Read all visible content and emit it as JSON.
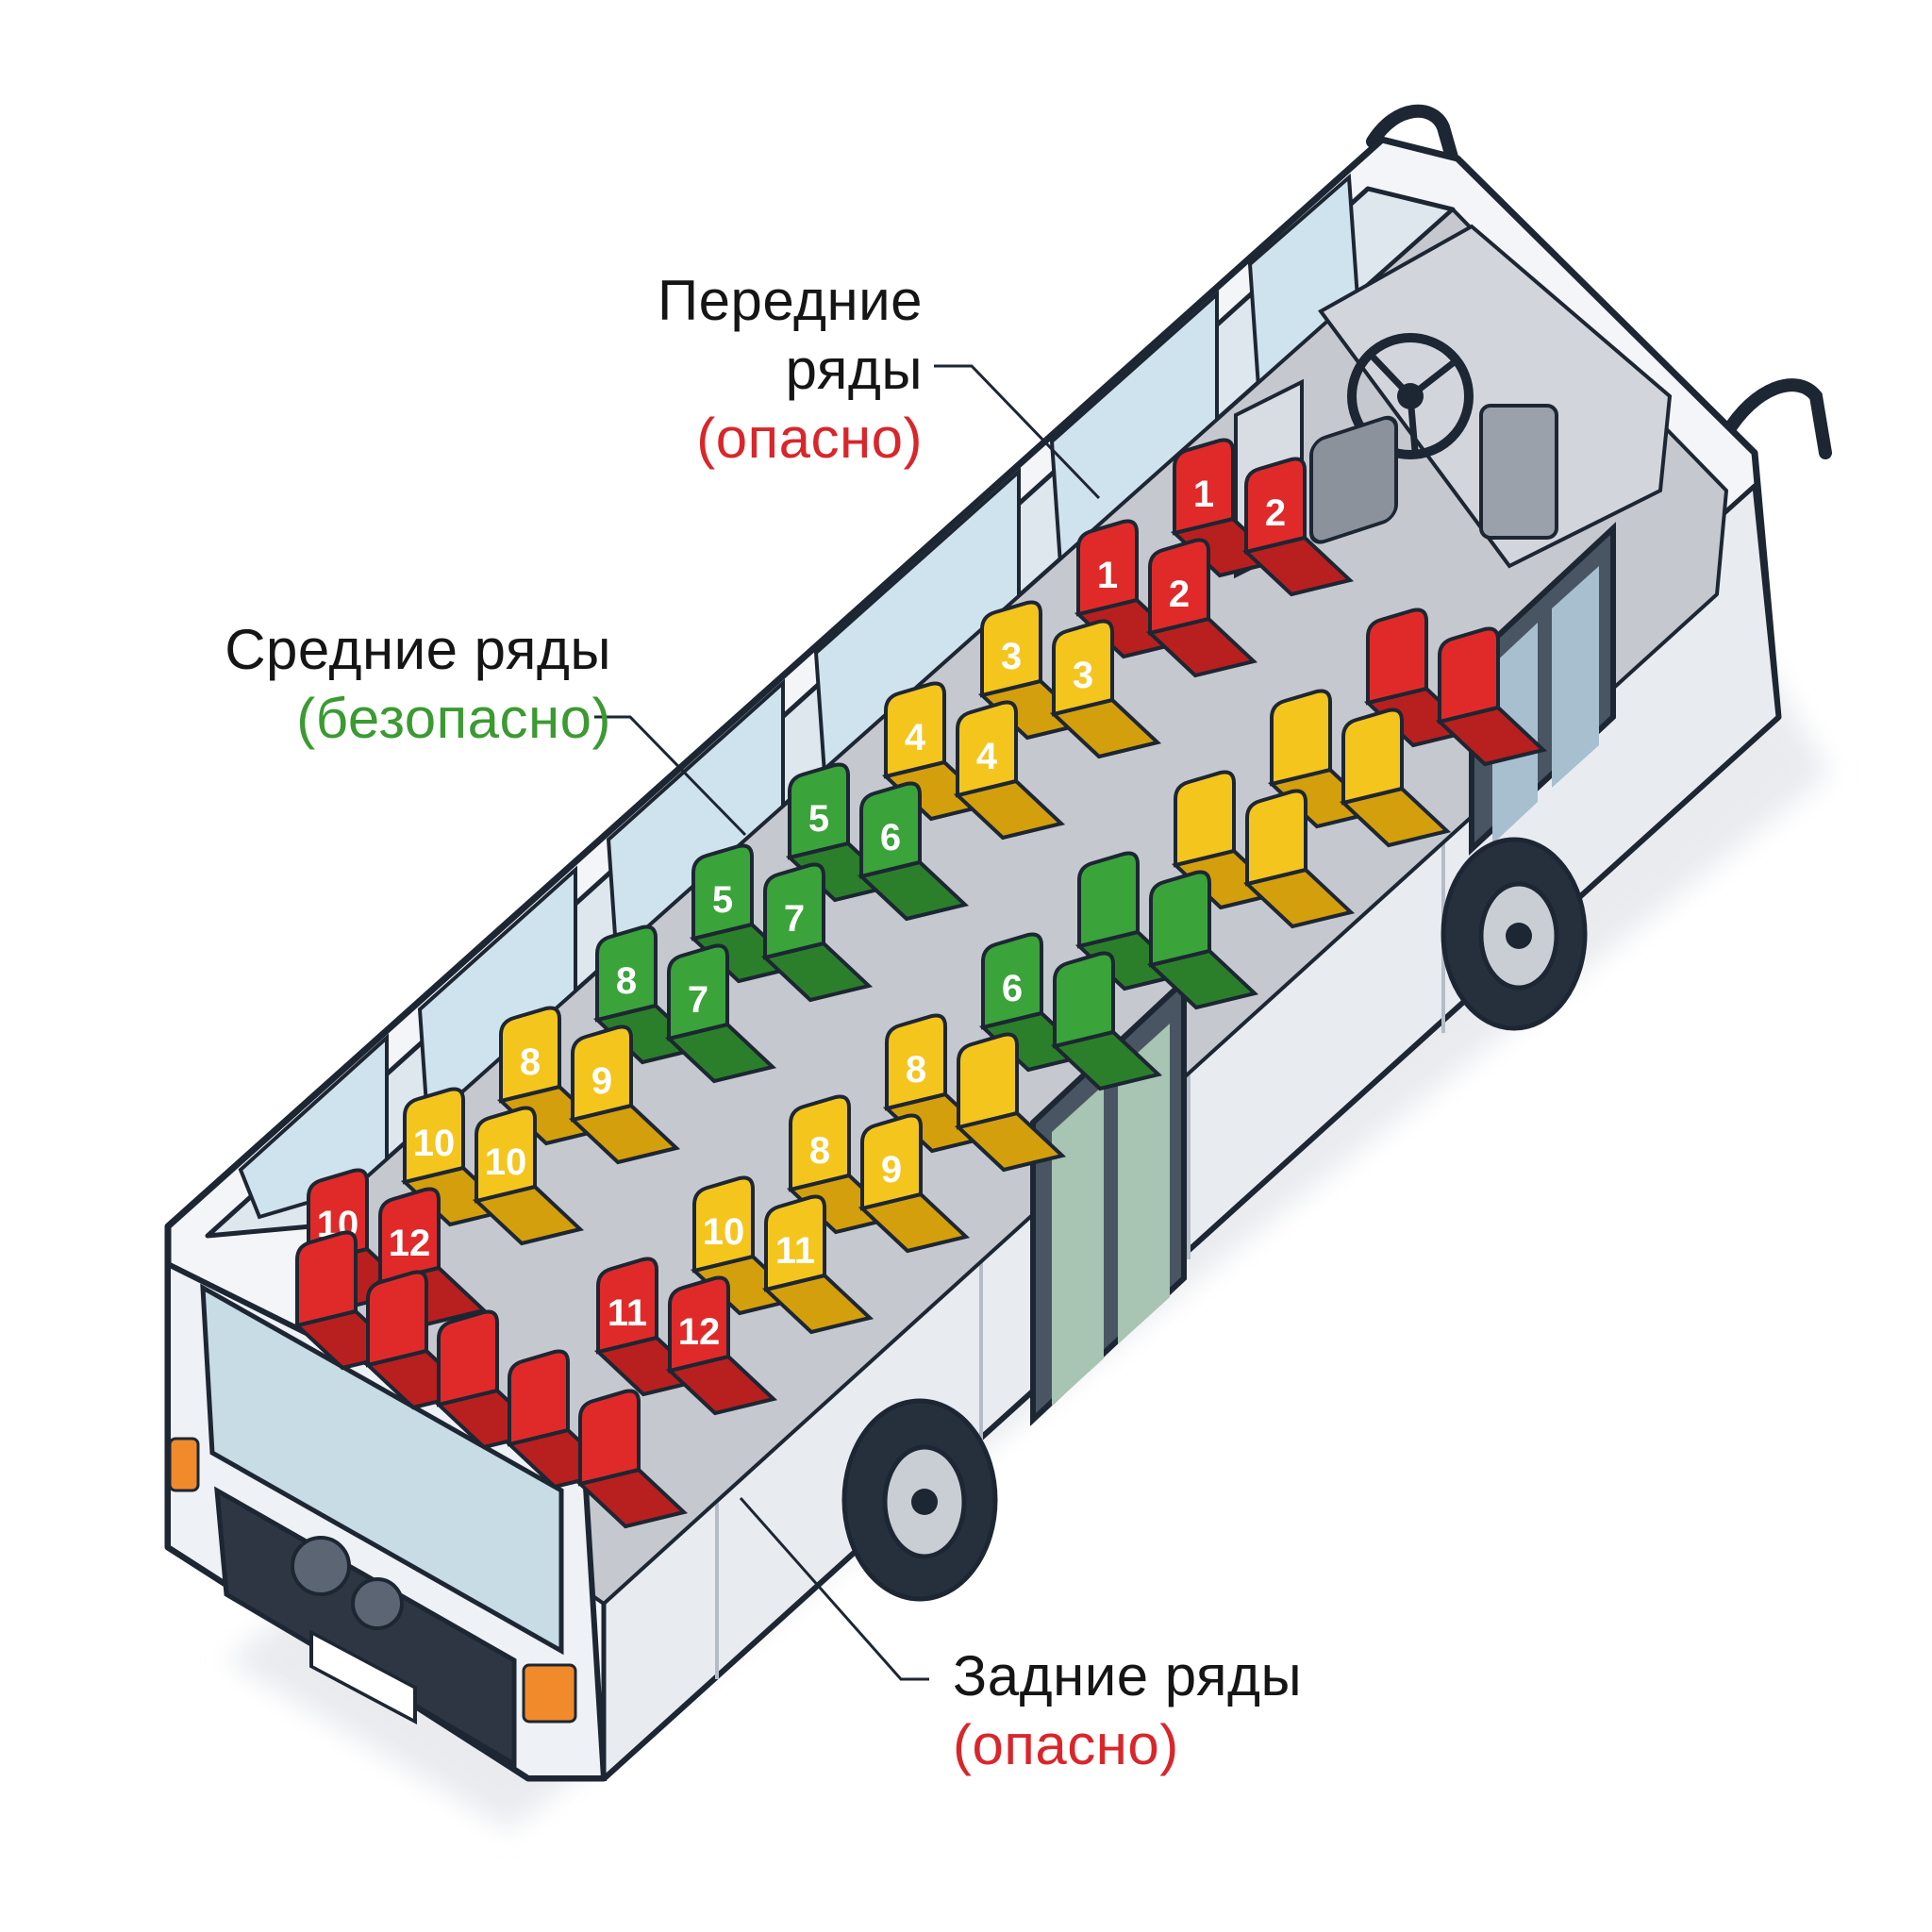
{
  "labels": {
    "front_title": "Передние ряды",
    "front_status": "(опасно)",
    "middle_title": "Средние ряды",
    "middle_status": "(безопасно)",
    "rear_title": "Задние ряды",
    "rear_status": "(опасно)"
  },
  "zone_colors": {
    "danger": "#e02a2a",
    "caution": "#f4c51d",
    "safe": "#3aa33a",
    "danger_text": "#d9262b",
    "safe_text": "#3c9a32"
  },
  "seats": {
    "left_column": [
      {
        "zone": "danger",
        "numbers": [
          "1",
          "2"
        ]
      },
      {
        "zone": "danger",
        "numbers": [
          "1",
          "2"
        ]
      },
      {
        "zone": "caution",
        "numbers": [
          "3",
          "3"
        ]
      },
      {
        "zone": "caution",
        "numbers": [
          "4",
          "4"
        ]
      },
      {
        "zone": "safe",
        "numbers": [
          "5",
          "6"
        ]
      },
      {
        "zone": "safe",
        "numbers": [
          "5",
          "7"
        ]
      },
      {
        "zone": "safe",
        "numbers": [
          "8",
          "7"
        ]
      },
      {
        "zone": "caution",
        "numbers": [
          "8",
          "9"
        ]
      },
      {
        "zone": "caution",
        "numbers": [
          "10",
          "10"
        ]
      },
      {
        "zone": "danger",
        "numbers": [
          "10",
          "12"
        ]
      }
    ],
    "right_column": [
      {
        "zone": "danger",
        "numbers": [
          "",
          ""
        ]
      },
      {
        "zone": "caution",
        "numbers": [
          "",
          ""
        ]
      },
      {
        "zone": "caution",
        "numbers": [
          "",
          ""
        ]
      },
      {
        "zone": "safe",
        "numbers": [
          "",
          ""
        ]
      },
      {
        "zone": "safe",
        "numbers": [
          "6",
          ""
        ]
      },
      {
        "zone": "caution",
        "numbers": [
          "8",
          ""
        ]
      },
      {
        "zone": "caution",
        "numbers": [
          "8",
          "9"
        ]
      },
      {
        "zone": "caution",
        "numbers": [
          "10",
          "11"
        ]
      },
      {
        "zone": "danger",
        "numbers": [
          "11",
          "12"
        ]
      }
    ],
    "rear_bench": {
      "zone": "danger",
      "count": 5
    }
  }
}
